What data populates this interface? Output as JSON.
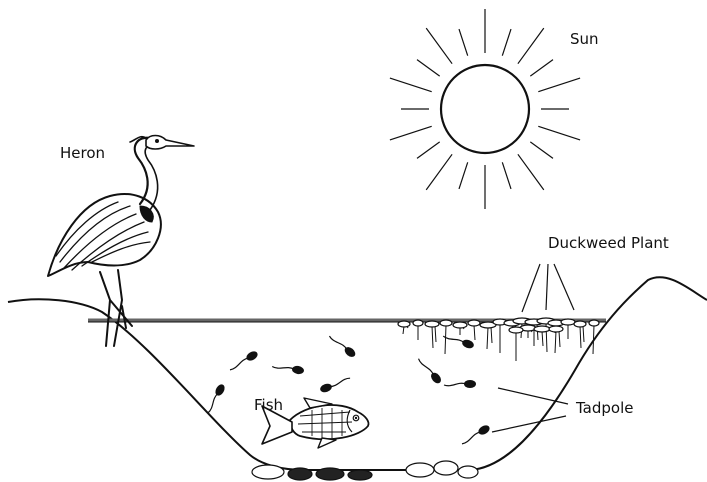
{
  "diagram": {
    "labels": {
      "sun": "Sun",
      "heron": "Heron",
      "duckweed": "Duckweed Plant",
      "fish": "Fish",
      "tadpole": "Tadpole"
    },
    "colors": {
      "stroke": "#111111",
      "water_line": "#666666",
      "background": "#ffffff"
    }
  }
}
